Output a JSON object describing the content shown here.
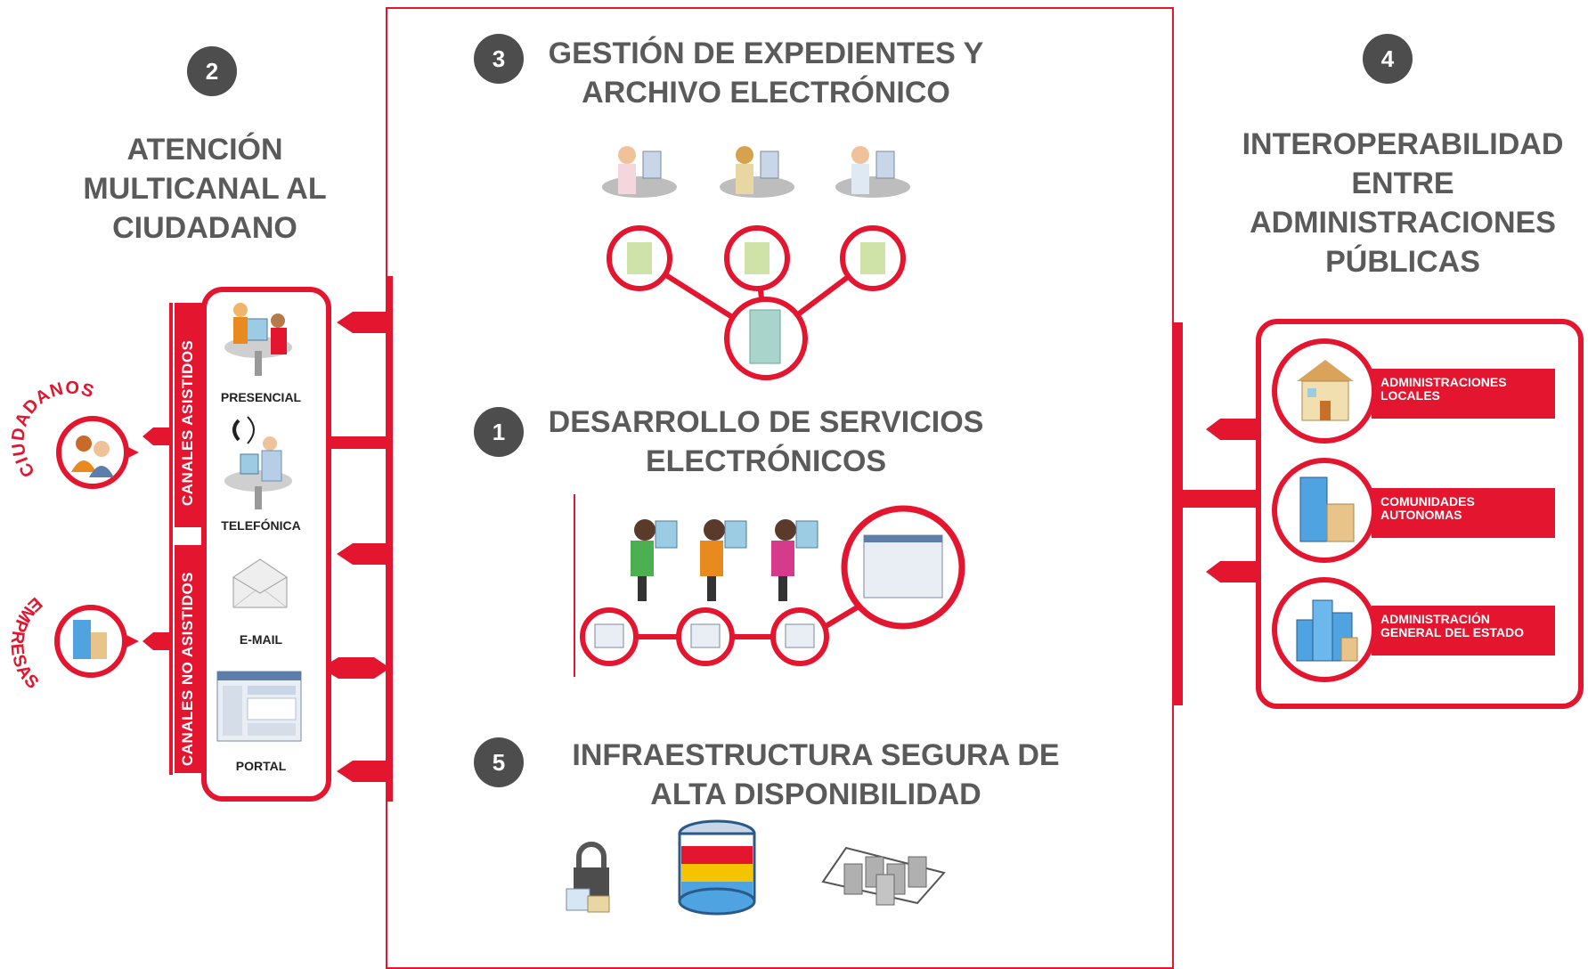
{
  "sections": {
    "atencion": {
      "number": "2",
      "title": "ATENCIÓN\nMULTICANAL AL\nCIUDADANO"
    },
    "gestion": {
      "number": "3",
      "title": "GESTIÓN DE EXPEDIENTES Y\nARCHIVO ELECTRÓNICO"
    },
    "desarrollo": {
      "number": "1",
      "title": "DESARROLLO DE SERVICIOS\nELECTRÓNICOS"
    },
    "infraestructura": {
      "number": "5",
      "title": "INFRAESTRUCTURA SEGURA DE\nALTA DISPONIBILIDAD"
    },
    "interoperabilidad": {
      "number": "4",
      "title": "INTEROPERABILIDAD\nENTRE\nADMINISTRACIONES\nPÚBLICAS"
    }
  },
  "channels": {
    "asistidos_label": "CANALES ASISTIDOS",
    "no_asistidos_label": "CANALES NO ASISTIDOS",
    "items": [
      "PRESENCIAL",
      "TELEFÓNICA",
      "E-MAIL",
      "PORTAL"
    ]
  },
  "audiences": {
    "ciudadanos": "CIUDADANOS",
    "empresas": "EMPRESAS"
  },
  "administrations": [
    "ADMINISTRACIONES LOCALES",
    "COMUNIDADES AUTONOMAS",
    "ADMINISTRACIÓN GENERAL DEL ESTADO"
  ],
  "colors": {
    "accent": "#e3152f",
    "heading": "#5a5a5a",
    "badge": "#4d4d4d"
  }
}
